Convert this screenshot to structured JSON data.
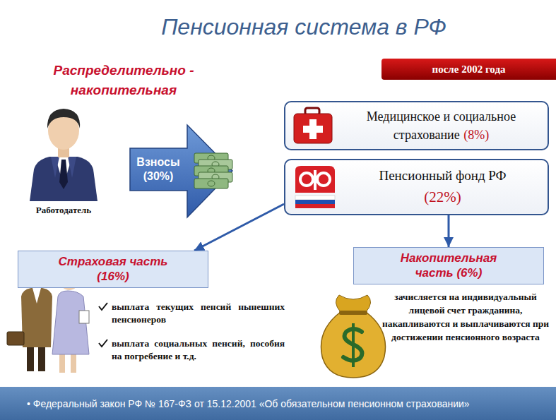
{
  "diagram": {
    "title": "Пенсионная система в РФ",
    "nodes": [
      {
        "text": [
          "Взносы (30%)"
        ]
      },
      {
        "text": [
          "после 2002 года"
        ]
      },
      {
        "text": [
          "Медицинское и социальное страхование",
          "(8%)"
        ]
      },
      {
        "text": [
          "Пенсионный фонд РФ",
          "(22%)"
        ]
      },
      {
        "text": [
          "Страховая часть (16%)"
        ]
      },
      {
        "text": [
          "Накопительная часть (6%)"
        ]
      },
      {
        "text": [
          "• Федеральный закон РФ № 167-ФЗ от 15.12.2001 «Об обязательном пенсионном страховании»"
        ]
      }
    ],
    "edges": [
      {
        "from": 3,
        "to": 4,
        "arrow": "to"
      },
      {
        "from": 3,
        "to": 5,
        "arrow": "to"
      }
    ],
    "labels": [
      "Распределительно - накопительная",
      "Работодатель",
      "выплата текущих пенсий нынешних пенсионеров",
      "выплата социальных пенсий, пособия на погребение и т.д.",
      "зачисляется на индивидуальный лицевой счет гражданина, накапливаются и выплачиваются при достижении пенсионного возраста"
    ]
  }
}
